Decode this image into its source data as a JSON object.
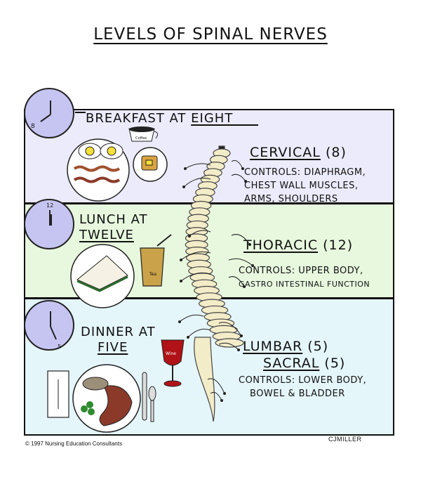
{
  "title": "Levels of Spinal Nerves",
  "sections": [
    {
      "meal_line1": "Breakfast at",
      "meal_line2": "Eight",
      "clock_number": "8",
      "nerve_name": "Cervical",
      "nerve_count": "(8)",
      "controls": [
        "Controls: Diaphragm,",
        "chest wall muscles,",
        "arms, shoulders"
      ]
    },
    {
      "meal_line1": "Lunch at",
      "meal_line2": "Twelve",
      "clock_number": "12",
      "nerve_name": "Thoracic",
      "nerve_count": "(12)",
      "controls": [
        "Controls: Upper body,",
        "gastro intestinal function"
      ]
    },
    {
      "meal_line1": "Dinner at",
      "meal_line2": "Five",
      "clock_number": "5",
      "nerve_name": "Lumbar",
      "nerve_count": "(5)",
      "nerve_name_2": "Sacral",
      "nerve_count_2": "(5)",
      "controls": [
        "Controls: Lower body,",
        "bowel & bladder"
      ]
    }
  ],
  "food_labels": {
    "coffee": "Coffee",
    "tea": "Tea",
    "wine": "Wine"
  },
  "footer": "© 1997 Nursing Education Consultants",
  "signature": "CJMILLER",
  "colors": {
    "breakfast_bg": "#ecebfb",
    "lunch_bg": "#e7f8de",
    "dinner_bg": "#e5f6fb",
    "clock": "#c6c5f2",
    "spine": "#f3ecc8"
  }
}
